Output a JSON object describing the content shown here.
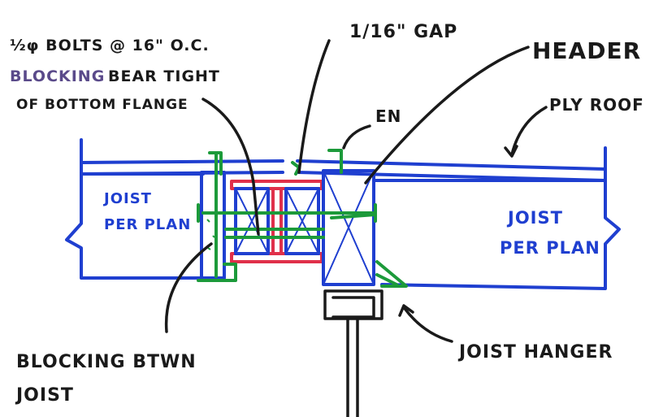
{
  "labels": {
    "bolts": "½φ BOLTS @ 16\" O.C.",
    "blocking_bear_a": "BLOCKING",
    "blocking_bear_b": "BEAR TIGHT",
    "bottom_flange": "OF BOTTOM FLANGE",
    "gap": "1/16\" GAP",
    "header": "HEADER",
    "en": "EN",
    "ply_roof": "PLY ROOF",
    "joist_left_1": "JOIST",
    "joist_left_2": "PER PLAN",
    "joist_right_1": "JOIST",
    "joist_right_2": "PER PLAN",
    "blocking_btwn_1": "BLOCKING BTWN",
    "blocking_btwn_2": "JOIST",
    "joist_hanger": "JOIST HANGER"
  },
  "colors": {
    "framing": "#1f3fd0",
    "connectors": "#1c9a3a",
    "steel_beam": "#e0304a",
    "leaders": "#1a1a1a",
    "highlight_text": "#5a4a8a"
  }
}
